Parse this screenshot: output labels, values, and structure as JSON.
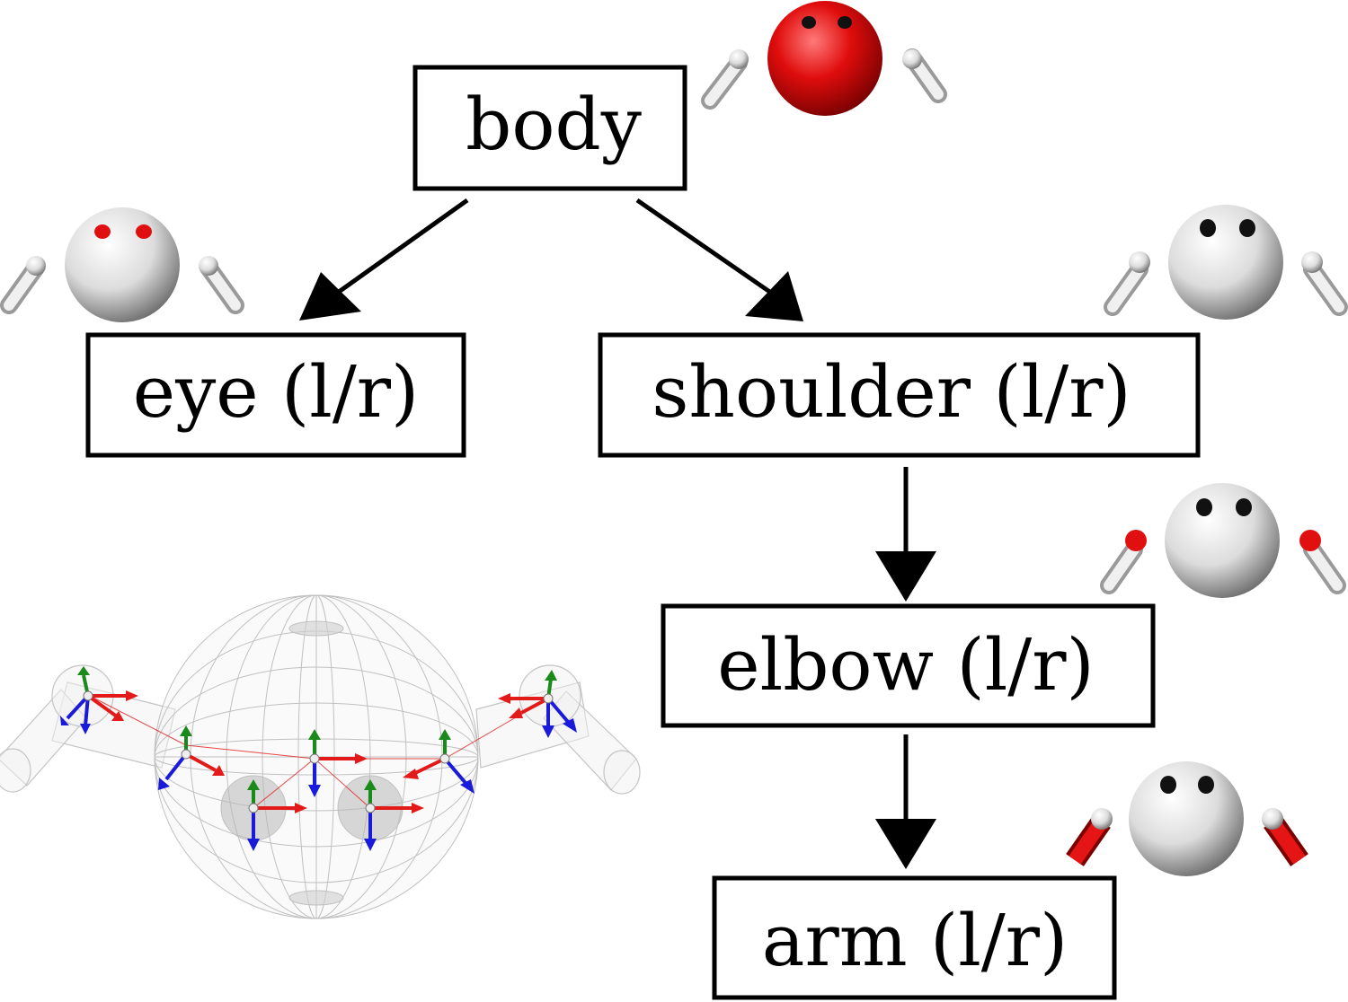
{
  "nodes": {
    "body": "body",
    "eye": "eye (l/r)",
    "shoulder": "shoulder (l/r)",
    "elbow": "elbow (l/r)",
    "arm": "arm (l/r)"
  },
  "colors": {
    "highlight": "#e01010",
    "model_body": "#e6e6e6",
    "wire": "#b8b8b8",
    "axis_x": "#e31a1a",
    "axis_y": "#1a8a1a",
    "axis_z": "#1a1adb",
    "ink": "#000000"
  }
}
